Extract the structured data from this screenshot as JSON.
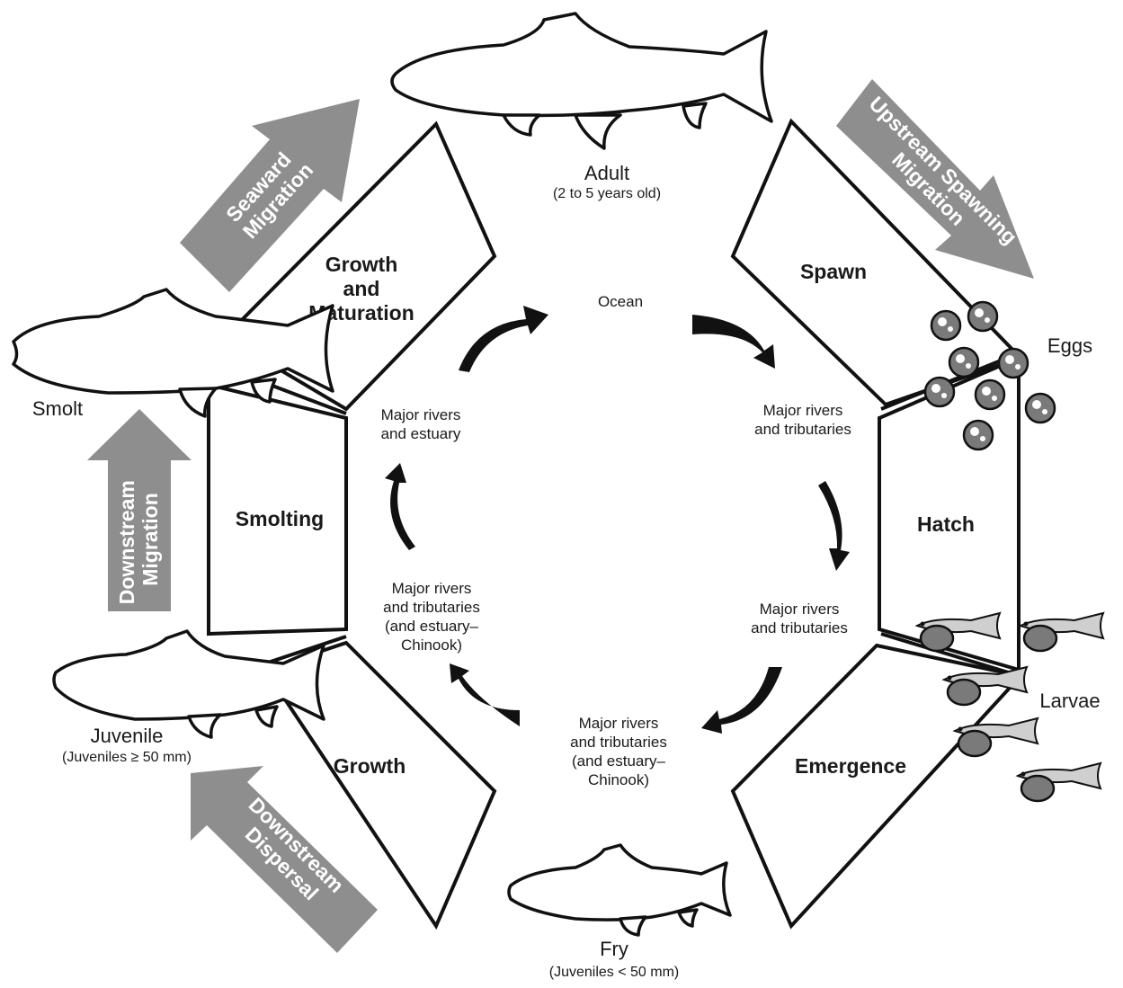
{
  "stages": {
    "spawn": "Spawn",
    "hatch": "Hatch",
    "emergence": "Emergence",
    "growth": "Growth",
    "smolting": "Smolting",
    "growth_maturation": [
      "Growth",
      "and",
      "Maturation"
    ]
  },
  "habitats": {
    "ocean": "Ocean",
    "top_right": [
      "Major rivers",
      "and tributaries"
    ],
    "mid_right": [
      "Major rivers",
      "and tributaries"
    ],
    "bottom": [
      "Major rivers",
      "and tributaries",
      "(and estuary–",
      "Chinook)"
    ],
    "left_lower": [
      "Major rivers",
      "and tributaries",
      "(and estuary–",
      "Chinook)"
    ],
    "left_upper": [
      "Major rivers",
      "and estuary"
    ]
  },
  "life_stages": {
    "adult": {
      "name": "Adult",
      "sub": "(2 to 5 years old)"
    },
    "eggs": {
      "name": "Eggs"
    },
    "larvae": {
      "name": "Larvae"
    },
    "fry": {
      "name": "Fry",
      "sub": "(Juveniles < 50 mm)"
    },
    "juvenile": {
      "name": "Juvenile",
      "sub": "(Juveniles ≥ 50 mm)"
    },
    "smolt": {
      "name": "Smolt"
    }
  },
  "migration_arrows": {
    "seaward": [
      "Seaward",
      "Migration"
    ],
    "upstream": [
      "Upstream Spawning",
      "Migration"
    ],
    "downstream_migration": [
      "Downstream",
      "Migration"
    ],
    "downstream_dispersal": [
      "Downstream",
      "Dispersal"
    ]
  },
  "colors": {
    "arrow_fill": "#8e8e8e",
    "outline": "#111111",
    "egg_fill": "#7a7a7a"
  }
}
